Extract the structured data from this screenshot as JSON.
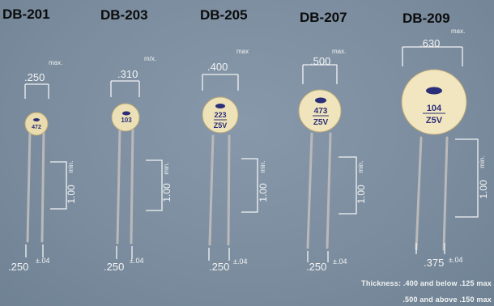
{
  "parts": [
    {
      "name": "DB-201",
      "width": ".250",
      "width_note": "max.",
      "code": "472",
      "code2": "",
      "lead_min_label": "min.",
      "lead_min": "1.00",
      "spacing": ".250",
      "tolerance": "±.04"
    },
    {
      "name": "DB-203",
      "width": ".310",
      "width_note": "m/x.",
      "code": "103",
      "code2": "",
      "lead_min_label": "min.",
      "lead_min": "1.00",
      "spacing": ".250",
      "tolerance": "±.04"
    },
    {
      "name": "DB-205",
      "width": ".400",
      "width_note": "max",
      "code": "223",
      "code2": "Z5V",
      "lead_min_label": "min.",
      "lead_min": "1.00",
      "spacing": ".250",
      "tolerance": "±.04"
    },
    {
      "name": "DB-207",
      "width": ".500",
      "width_note": "max.",
      "code": "473",
      "code2": "Z5V",
      "lead_min_label": "min.",
      "lead_min": "1.00",
      "spacing": ".250",
      "tolerance": "±.04"
    },
    {
      "name": "DB-209",
      "width": ".630",
      "width_note": "max.",
      "code": "104",
      "code2": "Z5V",
      "lead_min_label": "min.",
      "lead_min": "1.00",
      "spacing": ".375",
      "tolerance": "±.04"
    }
  ],
  "notes": {
    "thickness_line1": "Thickness:  .400 and below  .125 max",
    "thickness_line2": ".500 and above  .150 max"
  }
}
